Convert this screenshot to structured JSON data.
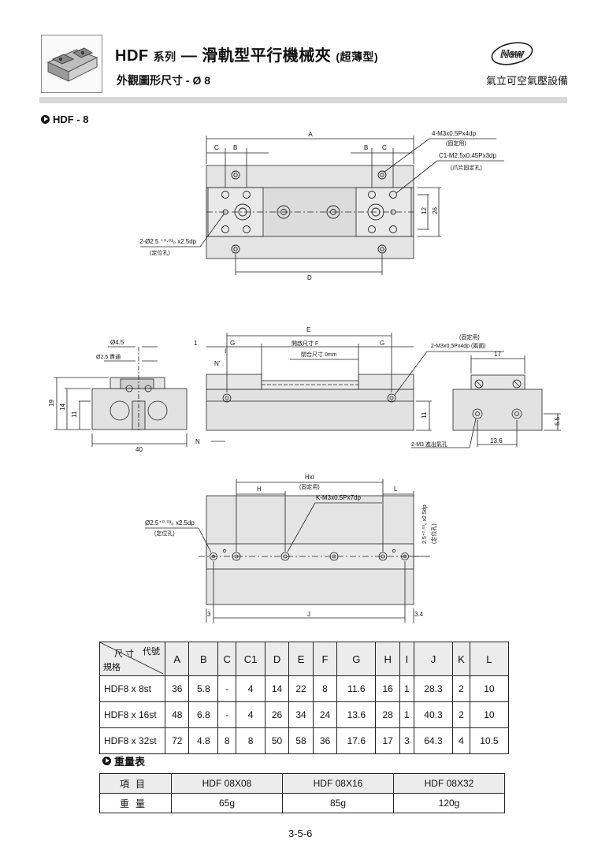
{
  "header": {
    "title_main": "HDF",
    "title_series": "系列",
    "title_dash": "—",
    "title_name": "滑軌型平行機械夾",
    "title_variant": "(超薄型)",
    "subtitle": "外觀圖形尺寸  - Ø 8",
    "brand": "氣立可空氣壓設備",
    "new_badge": "New"
  },
  "section1": {
    "label": "HDF - 8"
  },
  "labels": {
    "A": "A",
    "B": "B",
    "C": "C",
    "D": "D",
    "E": "E",
    "F_open": "開啟尺寸 F",
    "close": "閉合尺寸 0mm",
    "G": "G",
    "H": "H",
    "Hx": "HxI",
    "J": "J",
    "L": "L",
    "N": "N",
    "Nprime": "N'",
    "I": "I",
    "m3_4": "4-M3x0.5Px4dp",
    "fixed": "(固定用)",
    "c1_m25": "C1-M2.5x0.45Px3dp",
    "claw_fixed": "(爪片固定孔)",
    "pin_hole": "2-Ø2.5 ⁺⁰·⁰³₀ x2.5dp",
    "pin_hole_short": "Ø2.5⁺⁰·⁰³₀ x2.5dp",
    "locating": "(定位孔)",
    "n12": "12",
    "n26": "26",
    "n1": "1",
    "n19": "19",
    "n14": "14",
    "n11": "11",
    "n40": "40",
    "n17": "17",
    "n5_5": "5.5",
    "n13_6": "13.6",
    "d4_5": "Ø4.5",
    "d2_5": "Ø2.5 貫通",
    "both_fixed": "(固定用)",
    "m3_both": "2-M3x0.5Px4dp (兩面)",
    "exhaust": "2-M3 進出氣孔",
    "k_m3": "K-M3x0.5Px7dp",
    "n3": "3",
    "n3_4": "3.4",
    "side_pin": "2.5⁺⁰·⁰³₀ x2.5dp",
    "side_locating": "(定位孔)"
  },
  "dims_table": {
    "corner_code": "代號",
    "corner_size": "尺 寸",
    "corner_spec": "規格",
    "columns": [
      "A",
      "B",
      "C",
      "C1",
      "D",
      "E",
      "F",
      "G",
      "H",
      "I",
      "J",
      "K",
      "L"
    ],
    "rows": [
      {
        "spec": "HDF8 x 8st",
        "values": [
          "36",
          "5.8",
          "-",
          "4",
          "14",
          "22",
          "8",
          "11.6",
          "16",
          "1",
          "28.3",
          "2",
          "10"
        ]
      },
      {
        "spec": "HDF8 x 16st",
        "values": [
          "48",
          "6.8",
          "-",
          "4",
          "26",
          "34",
          "24",
          "13.6",
          "28",
          "1",
          "40.3",
          "2",
          "10"
        ]
      },
      {
        "spec": "HDF8 x 32st",
        "values": [
          "72",
          "4.8",
          "8",
          "8",
          "50",
          "58",
          "36",
          "17.6",
          "17",
          "3",
          "64.3",
          "4",
          "10.5"
        ]
      }
    ]
  },
  "weight_section": {
    "label": "重量表"
  },
  "weight_table": {
    "header_label": "項目",
    "headers": [
      "HDF 08X08",
      "HDF 08X16",
      "HDF 08X32"
    ],
    "row_label": "重量",
    "values": [
      "65g",
      "85g",
      "120g"
    ]
  },
  "page_number": "3-5-6"
}
